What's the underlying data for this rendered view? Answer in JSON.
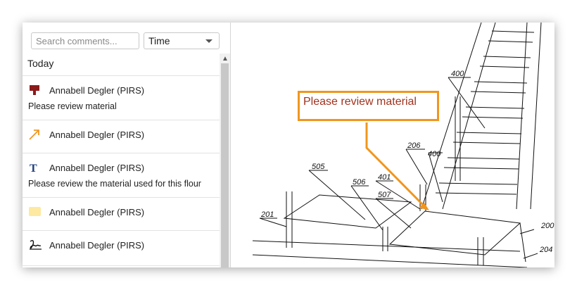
{
  "search": {
    "placeholder": "Search comments..."
  },
  "sort": {
    "selected": "Time"
  },
  "group": {
    "label": "Today"
  },
  "comments": [
    {
      "author": "Annabell Degler (PIRS)",
      "icon": "stamp-icon",
      "text": "Please review material"
    },
    {
      "author": "Annabell Degler (PIRS)",
      "icon": "arrow-icon",
      "text": ""
    },
    {
      "author": "Annabell Degler (PIRS)",
      "icon": "text-icon",
      "text": "Please review the material used for this flour"
    },
    {
      "author": "Annabell Degler (PIRS)",
      "icon": "note-icon",
      "text": ""
    },
    {
      "author": "Annabell Degler (PIRS)",
      "icon": "signature-icon",
      "text": ""
    }
  ],
  "drawing": {
    "callout_text": "Please review material",
    "labels": [
      "400",
      "206",
      "400",
      "505",
      "506",
      "401",
      "507",
      "201",
      "200",
      "204"
    ]
  },
  "colors": {
    "callout_border": "#f0961e",
    "callout_text": "#a0321e",
    "stamp": "#8b1a1a",
    "arrow": "#f0961e",
    "text_icon": "#1e3f7a",
    "note": "#fde9a0"
  }
}
